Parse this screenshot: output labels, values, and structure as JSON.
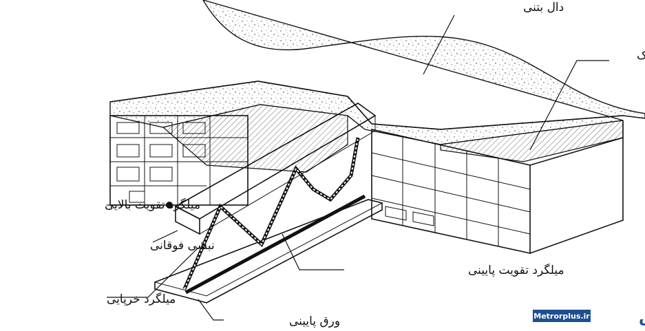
{
  "labels": {
    "concrete_slab": "دال بتنی",
    "block": "بلوک",
    "top_rebar": "میلگرد تقویت بالایی",
    "top_angle": "نبشی فوقانی",
    "bottom_rebar": "میلگرد تقویت پایینی",
    "truss_rebar": "میلگرد خرپایی",
    "bottom_plate": "ورق پایینی"
  },
  "brand": {
    "site": "Metrorplus.ir",
    "logo": "مترو پلاس"
  },
  "colors": {
    "ink": "#111111",
    "brand": "#1e4f8f"
  }
}
